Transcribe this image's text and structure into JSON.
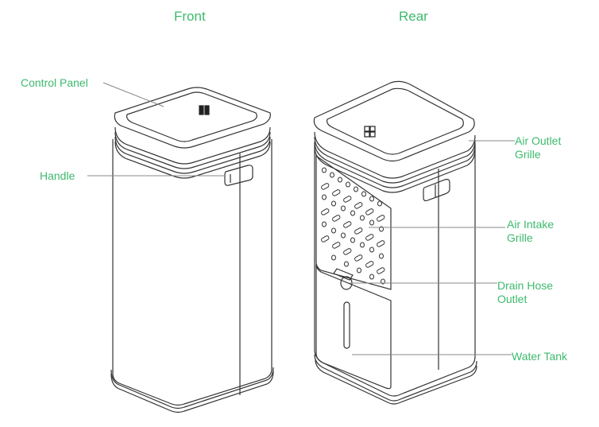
{
  "colors": {
    "label_green": "#3dba6e",
    "line_art": "#333333",
    "leader_line": "#888888",
    "background": "#ffffff"
  },
  "views": {
    "front": {
      "title": "Front"
    },
    "rear": {
      "title": "Rear"
    }
  },
  "labels": {
    "front": {
      "control_panel": "Control Panel",
      "handle": "Handle"
    },
    "rear": {
      "air_outlet_line1": "Air Outlet",
      "air_outlet_line2": "Grille",
      "air_intake_line1": "Air Intake",
      "air_intake_line2": "Grille",
      "drain_hose_line1": "Drain Hose",
      "drain_hose_line2": "Outlet",
      "water_tank": "Water Tank"
    }
  }
}
